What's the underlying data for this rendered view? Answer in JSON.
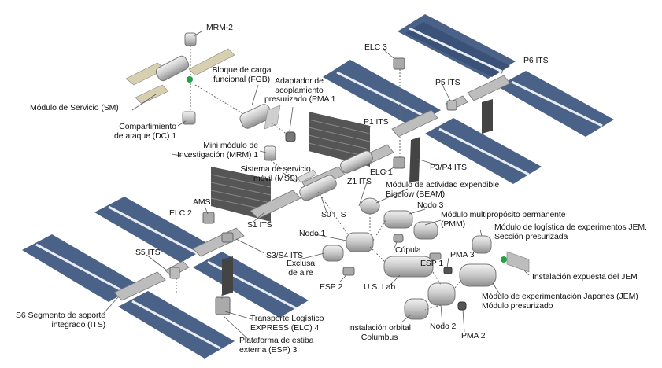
{
  "labels": {
    "mrm2": "MRM-2",
    "elc3": "ELC 3",
    "p6": "P6 ITS",
    "p5": "P5 ITS",
    "fgb_l1": "Bloque de carga",
    "fgb_l2": "funcional (FGB)",
    "pma1_l1": "Adaptador de",
    "pma1_l2": "acoplamiento",
    "pma1_l3": "presurizado (PMA 1",
    "sm": "Módulo de Servicio (SM)",
    "dc1_l1": "Compartimiento",
    "dc1_l2": "de ataque (DC) 1",
    "mrm1_l1": "Mini módulo de",
    "mrm1_l2": "Investigación (MRM) 1",
    "p1": "P1 ITS",
    "mss_l1": "Sistema de servicio",
    "mss_l2": "móvil (MSS)",
    "elc1": "ELC 1",
    "p3p4": "P3/P4 ITS",
    "z1": "Z1 ITS",
    "beam_l1": "Módulo de actividad expendible",
    "beam_l2": "Bigelow (BEAM)",
    "ams": "AMS",
    "elc2": "ELC 2",
    "s0": "S0 ITS",
    "nodo3": "Nodo 3",
    "pmm_l1": "Módulo multipropósito permanente",
    "pmm_l2": "(PMM)",
    "jemels_l1": "Módulo de logística de experimentos JEM.",
    "jemels_l2": "Sección presurizada",
    "s1": "S1 ITS",
    "nodo1": "Nodo 1",
    "cupola": "Cúpula",
    "s5": "S5 ITS",
    "s3s4": "S3/S4 ITS",
    "esp1": "ESP 1",
    "pma3": "PMA 3",
    "airlock_l1": "Exclusa",
    "airlock_l2": "de aire",
    "jemef": "Instalación expuesta del JEM",
    "esp2": "ESP 2",
    "uslab": "U.S. Lab",
    "jempm_l1": "Módulo de experimentación Japonés (JEM)",
    "jempm_l2": "Módulo presurizado",
    "s6_l1": "S6 Segmento de soporte",
    "s6_l2": "integrado (ITS)",
    "elc4_l1": "Transporte Logístico",
    "elc4_l2": "EXPRESS (ELC) 4",
    "esp3_l1": "Plataforma de estiba",
    "esp3_l2": "externa (ESP) 3",
    "nodo2": "Nodo 2",
    "columbus_l1": "Instalación orbital",
    "columbus_l2": "Columbus",
    "pma2": "PMA 2"
  },
  "colors": {
    "panel_blue": "#4a6288",
    "panel_blue_dark": "#34496b",
    "panel_stripe": "#e8ecf2",
    "radiator": "#4a4a4a",
    "module": "#cfcfcf",
    "module_shade": "#9a9a9a",
    "truss": "#bdbdbd",
    "accent_green": "#22a34a",
    "leader": "#555555"
  }
}
